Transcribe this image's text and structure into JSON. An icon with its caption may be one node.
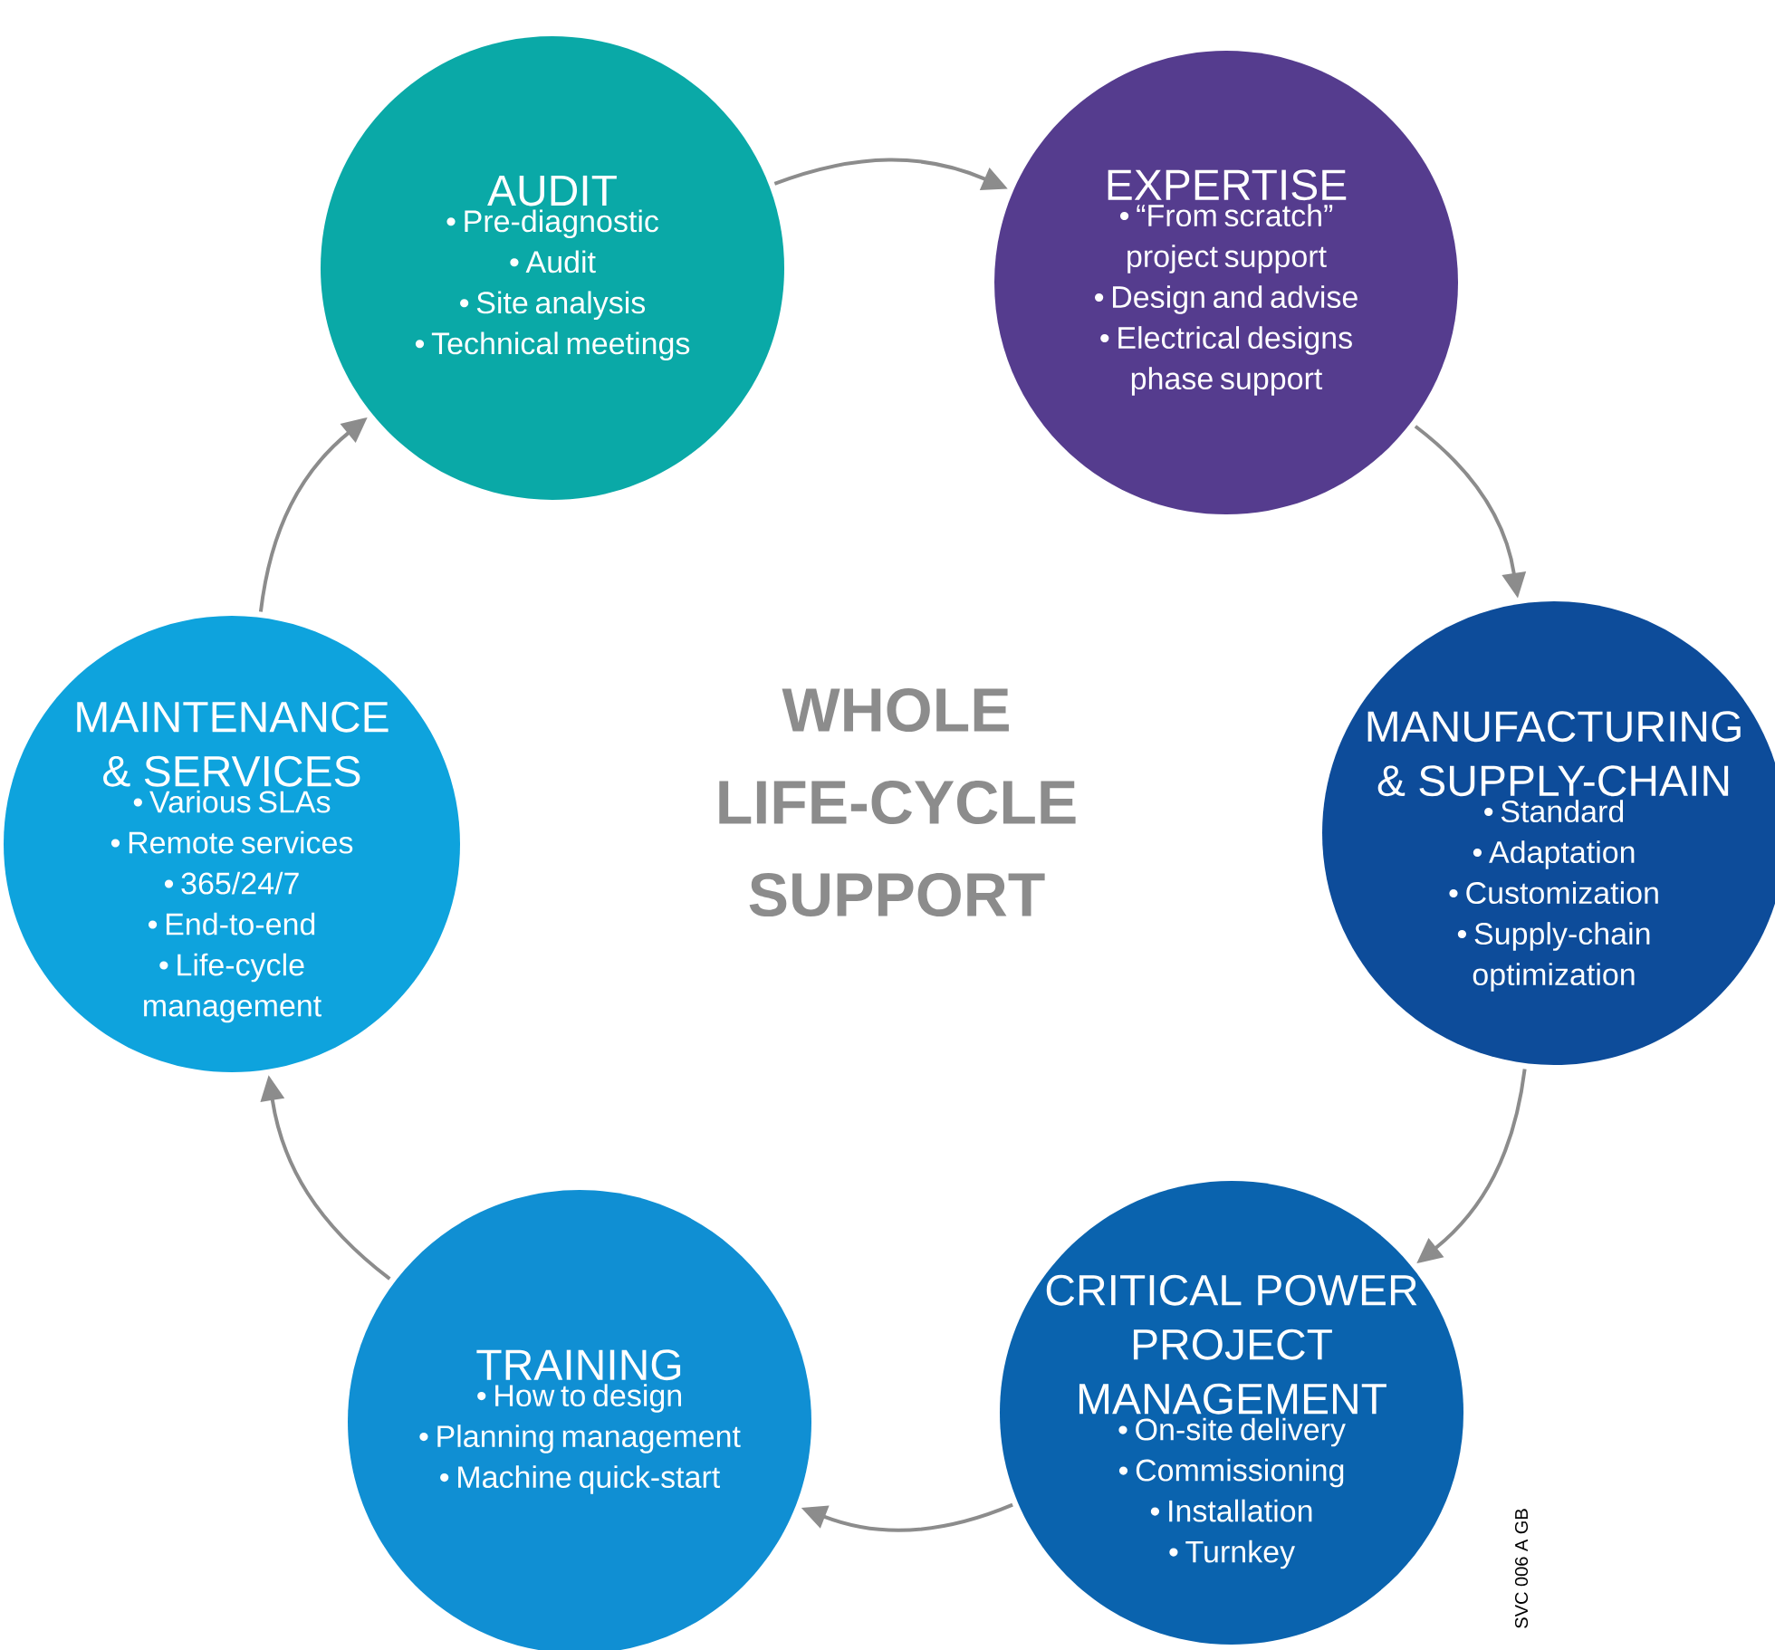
{
  "diagram": {
    "nodes": [
      {
        "text": [
          "AUDIT",
          "• Pre-diagnostic",
          "• Audit",
          "• Site analysis",
          "• Technical meetings"
        ]
      },
      {
        "text": [
          "EXPERTISE",
          "• “From scratch” project support",
          "• Design and advise",
          "• Electrical designs phase support"
        ]
      },
      {
        "text": [
          "MANUFACTURING & SUPPLY-CHAIN",
          "• Standard",
          "• Adaptation",
          "• Customization",
          "• Supply-chain optimization"
        ]
      },
      {
        "text": [
          "CRITICAL POWER PROJECT MANAGEMENT",
          "• On-site delivery",
          "• Commissioning",
          "• Installation",
          "• Turnkey"
        ]
      },
      {
        "text": [
          "TRAINING",
          "• How to design",
          "• Planning management",
          "• Machine quick-start"
        ]
      },
      {
        "text": [
          "MAINTENANCE & SERVICES",
          "• Various SLAs",
          "• Remote services",
          "• 365/24/7",
          "• End-to-end",
          "• Life-cycle management"
        ]
      }
    ],
    "edges": [
      {
        "from": 0,
        "to": 1,
        "arrow": "to"
      },
      {
        "from": 1,
        "to": 2,
        "arrow": "to"
      },
      {
        "from": 2,
        "to": 3,
        "arrow": "to"
      },
      {
        "from": 3,
        "to": 4,
        "arrow": "to"
      },
      {
        "from": 4,
        "to": 5,
        "arrow": "to"
      },
      {
        "from": 5,
        "to": 0,
        "arrow": "to"
      }
    ],
    "labels": [
      "WHOLE LIFE-CYCLE SUPPORT",
      "SVC 006 A GB"
    ]
  }
}
